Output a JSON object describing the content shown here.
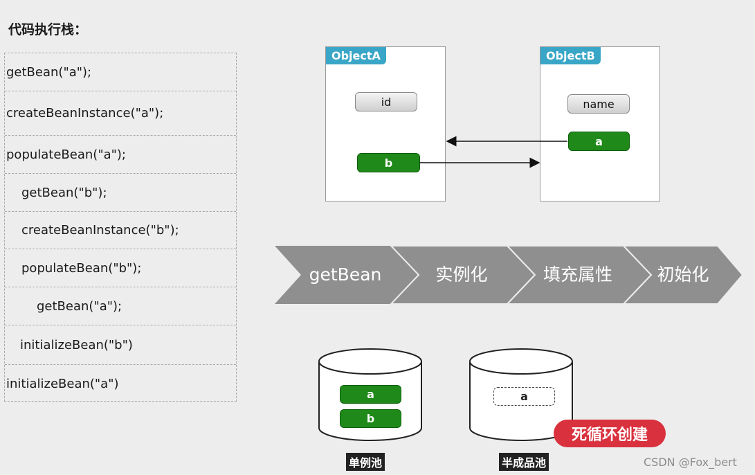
{
  "heading": "代码执行栈：",
  "stack": [
    {
      "text": "getBean(\"a\");",
      "indent": 0
    },
    {
      "text": "createBeanInstance(\"a\");",
      "indent": 0
    },
    {
      "text": "populateBean(\"a\");",
      "indent": 0
    },
    {
      "text": "getBean(\"b\");",
      "indent": 1
    },
    {
      "text": "createBeanInstance(\"b\");",
      "indent": 1
    },
    {
      "text": "populateBean(\"b\");",
      "indent": 1
    },
    {
      "text": "getBean(\"a\");",
      "indent": 2
    },
    {
      "text": "initializeBean(\"b\")",
      "indent": 1
    },
    {
      "text": "initializeBean(\"a\")",
      "indent": 0
    }
  ],
  "objectA": {
    "title": "ObjectA",
    "field1": "id",
    "field2": "b"
  },
  "objectB": {
    "title": "ObjectB",
    "field1": "name",
    "field2": "a"
  },
  "steps": [
    "getBean",
    "实例化",
    "填充属性",
    "初始化"
  ],
  "pools": {
    "singleton": {
      "label": "单例池",
      "items": [
        "a",
        "b"
      ]
    },
    "early": {
      "label": "半成品池",
      "items": [
        "a"
      ]
    }
  },
  "badge": "死循环创建",
  "watermark": "CSDN @Fox_bert",
  "colors": {
    "accent_blue": "#3aa6c7",
    "green": "#1f8a1a",
    "chevron_gray": "#8f8f8f",
    "badge_red": "#d9313e"
  }
}
